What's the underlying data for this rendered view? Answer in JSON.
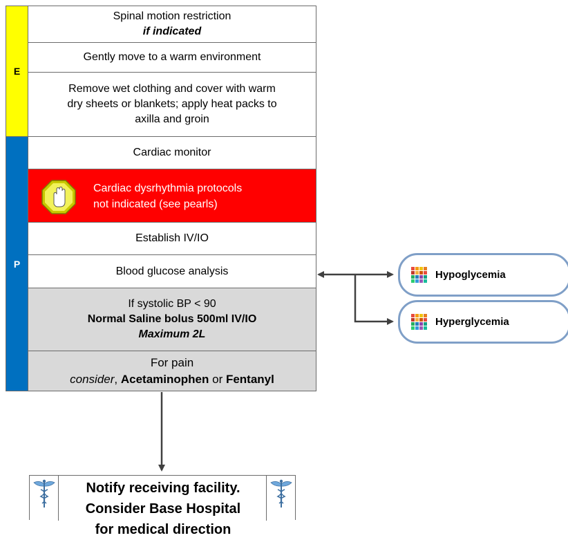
{
  "sections": {
    "e_label": "E",
    "p_label": "P",
    "e_color": "#ffff00",
    "p_color": "#0070c0"
  },
  "steps": {
    "spinal_line1": "Spinal motion restriction",
    "spinal_line2": "if indicated",
    "warm_env": "Gently move to a warm environment",
    "remove_wet_line1": "Remove wet clothing and cover with warm",
    "remove_wet_line2": "dry sheets or blankets; apply heat packs to",
    "remove_wet_line3": "axilla and groin",
    "cardiac_monitor": "Cardiac monitor",
    "dysrhythmia_line1": "Cardiac dysrhythmia protocols",
    "dysrhythmia_line2": "not indicated (see pearls)",
    "establish_iv": "Establish IV/IO",
    "glucose": "Blood glucose analysis",
    "bp_line1": "If systolic BP < 90",
    "bp_line2": "Normal Saline bolus 500ml IV/IO",
    "bp_line3": "Maximum 2L",
    "pain_line1": "For pain",
    "pain_consider": "consider",
    "pain_sep1": ", ",
    "pain_drug1": "Acetaminophen",
    "pain_or": " or ",
    "pain_drug2": "Fentanyl"
  },
  "links": {
    "hypoglycemia": "Hypoglycemia",
    "hyperglycemia": "Hyperglycemia"
  },
  "notify": {
    "line1": "Notify receiving facility.",
    "line2": "Consider Base Hospital",
    "line3": "for medical direction"
  },
  "icons": {
    "stop": "stop-hand-icon",
    "protocol": "protocol-grid-icon",
    "caduceus": "caduceus-icon"
  }
}
